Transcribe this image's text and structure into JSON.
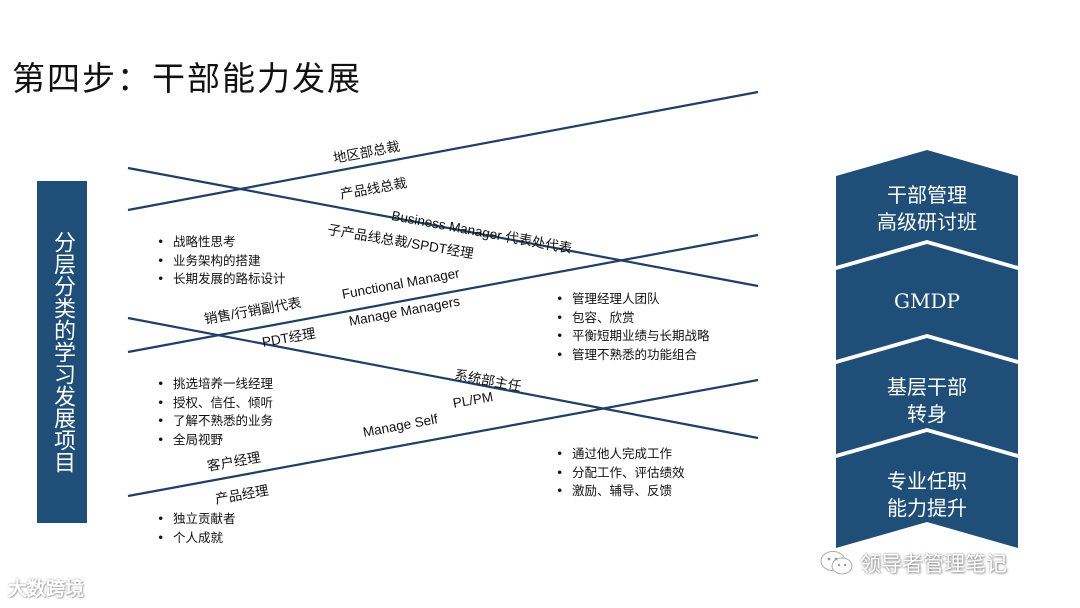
{
  "title": "第四步：干部能力发展",
  "sidebar_label": "分层分类的学习发展项目",
  "line_labels": {
    "regional_president": "地区部总裁",
    "product_line_president": "产品线总裁",
    "business_manager": "Business Manager 代表处代表",
    "sub_product_line": "子产品线总裁/SPDT经理",
    "functional_manager": "Functional Manager",
    "sales_deputy": "销售/行销副代表",
    "manage_managers": "Manage Managers",
    "pdt_manager": "PDT经理",
    "system_dept_head": "系统部主任",
    "pl_pm": "PL/PM",
    "manage_self": "Manage Self",
    "account_manager": "客户经理",
    "product_manager": "产品经理"
  },
  "bullets": {
    "strategic": [
      "战略性思考",
      "业务架构的搭建",
      "长期发展的路标设计"
    ],
    "manage_managers": [
      "管理经理人团队",
      "包容、欣赏",
      "平衡短期业绩与长期战略",
      "管理不熟悉的功能组合"
    ],
    "first_line": [
      "挑选培养一线经理",
      "授权、信任、倾听",
      "了解不熟悉的业务",
      "全局视野"
    ],
    "manage_others": [
      "通过他人完成工作",
      "分配工作、评估绩效",
      "激励、辅导、反馈"
    ],
    "individual": [
      "独立贡献者",
      "个人成就"
    ]
  },
  "programs": [
    {
      "line1": "干部管理",
      "line2": "高级研讨班"
    },
    {
      "line1": "GMDP",
      "line2": ""
    },
    {
      "line1": "基层干部",
      "line2": "转身"
    },
    {
      "line1": "专业任职",
      "line2": "能力提升"
    }
  ],
  "watermark_left": "大数跨境",
  "watermark_right": "领导者管理笔记",
  "colors": {
    "primary": "#1f4e79",
    "line": "#1f3f66"
  }
}
